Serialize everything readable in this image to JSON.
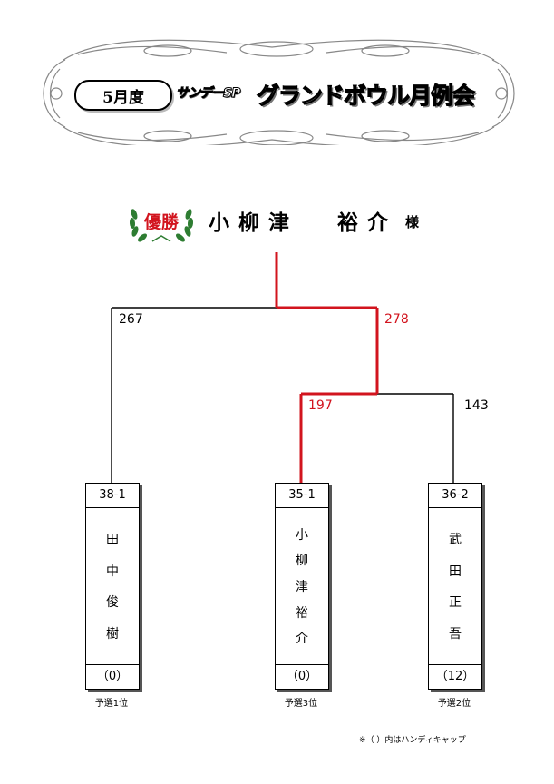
{
  "header": {
    "month_label": "5月度",
    "brand_small": "サンデーSP",
    "brand_big": "グランドボウル月例会"
  },
  "champion": {
    "badge": "優勝",
    "surname": "小柳津",
    "given_name": "裕介",
    "suffix": "様"
  },
  "bracket": {
    "final": {
      "left_score": "267",
      "right_score": "278"
    },
    "semifinal": {
      "left_score": "197",
      "right_score": "143"
    }
  },
  "players": [
    {
      "seed": "38-1",
      "name_chars": [
        "田",
        "中",
        "俊",
        "樹"
      ],
      "handicap": "（0）",
      "qualifying_rank": "予選1位"
    },
    {
      "seed": "35-1",
      "name_chars": [
        "小",
        "柳",
        "津",
        "裕",
        "介"
      ],
      "handicap": "（0）",
      "qualifying_rank": "予選3位"
    },
    {
      "seed": "36-2",
      "name_chars": [
        "武",
        "田",
        "正",
        "吾"
      ],
      "handicap": "（12）",
      "qualifying_rank": "予選2位"
    }
  ],
  "footnote": "※（ ）内はハンディキャップ",
  "colors": {
    "winner_line": "#d2141e",
    "winner_text": "#d2141e",
    "line": "#000000"
  }
}
